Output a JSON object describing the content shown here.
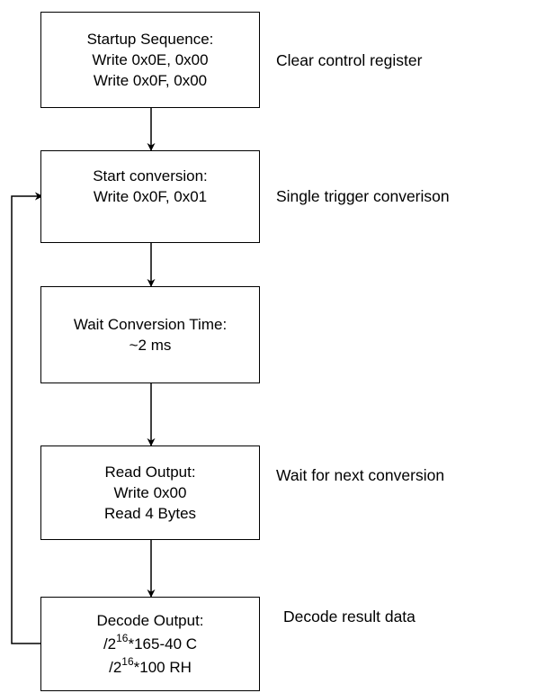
{
  "steps": [
    {
      "title": "Startup Sequence:",
      "lines": [
        "Write 0x0E, 0x00",
        "Write 0x0F, 0x00"
      ],
      "note": "Clear control register"
    },
    {
      "title": "Start conversion:",
      "lines": [
        "Write 0x0F, 0x01"
      ],
      "note": "Single trigger converison"
    },
    {
      "title": "Wait Conversion Time:",
      "lines": [
        "~2 ms"
      ],
      "note": ""
    },
    {
      "title": "Read Output:",
      "lines": [
        "Write 0x00",
        "Read 4 Bytes"
      ],
      "note": "Wait for next conversion"
    },
    {
      "title": "Decode Output:",
      "formula1": {
        "prefix": "/2",
        "exp": "16",
        "suffix": "*165-40 C"
      },
      "formula2": {
        "prefix": "/2",
        "exp": "16",
        "suffix": "*100 RH"
      },
      "note": "Decode result data"
    }
  ],
  "colors": {
    "stroke": "#000000",
    "background": "#ffffff"
  }
}
